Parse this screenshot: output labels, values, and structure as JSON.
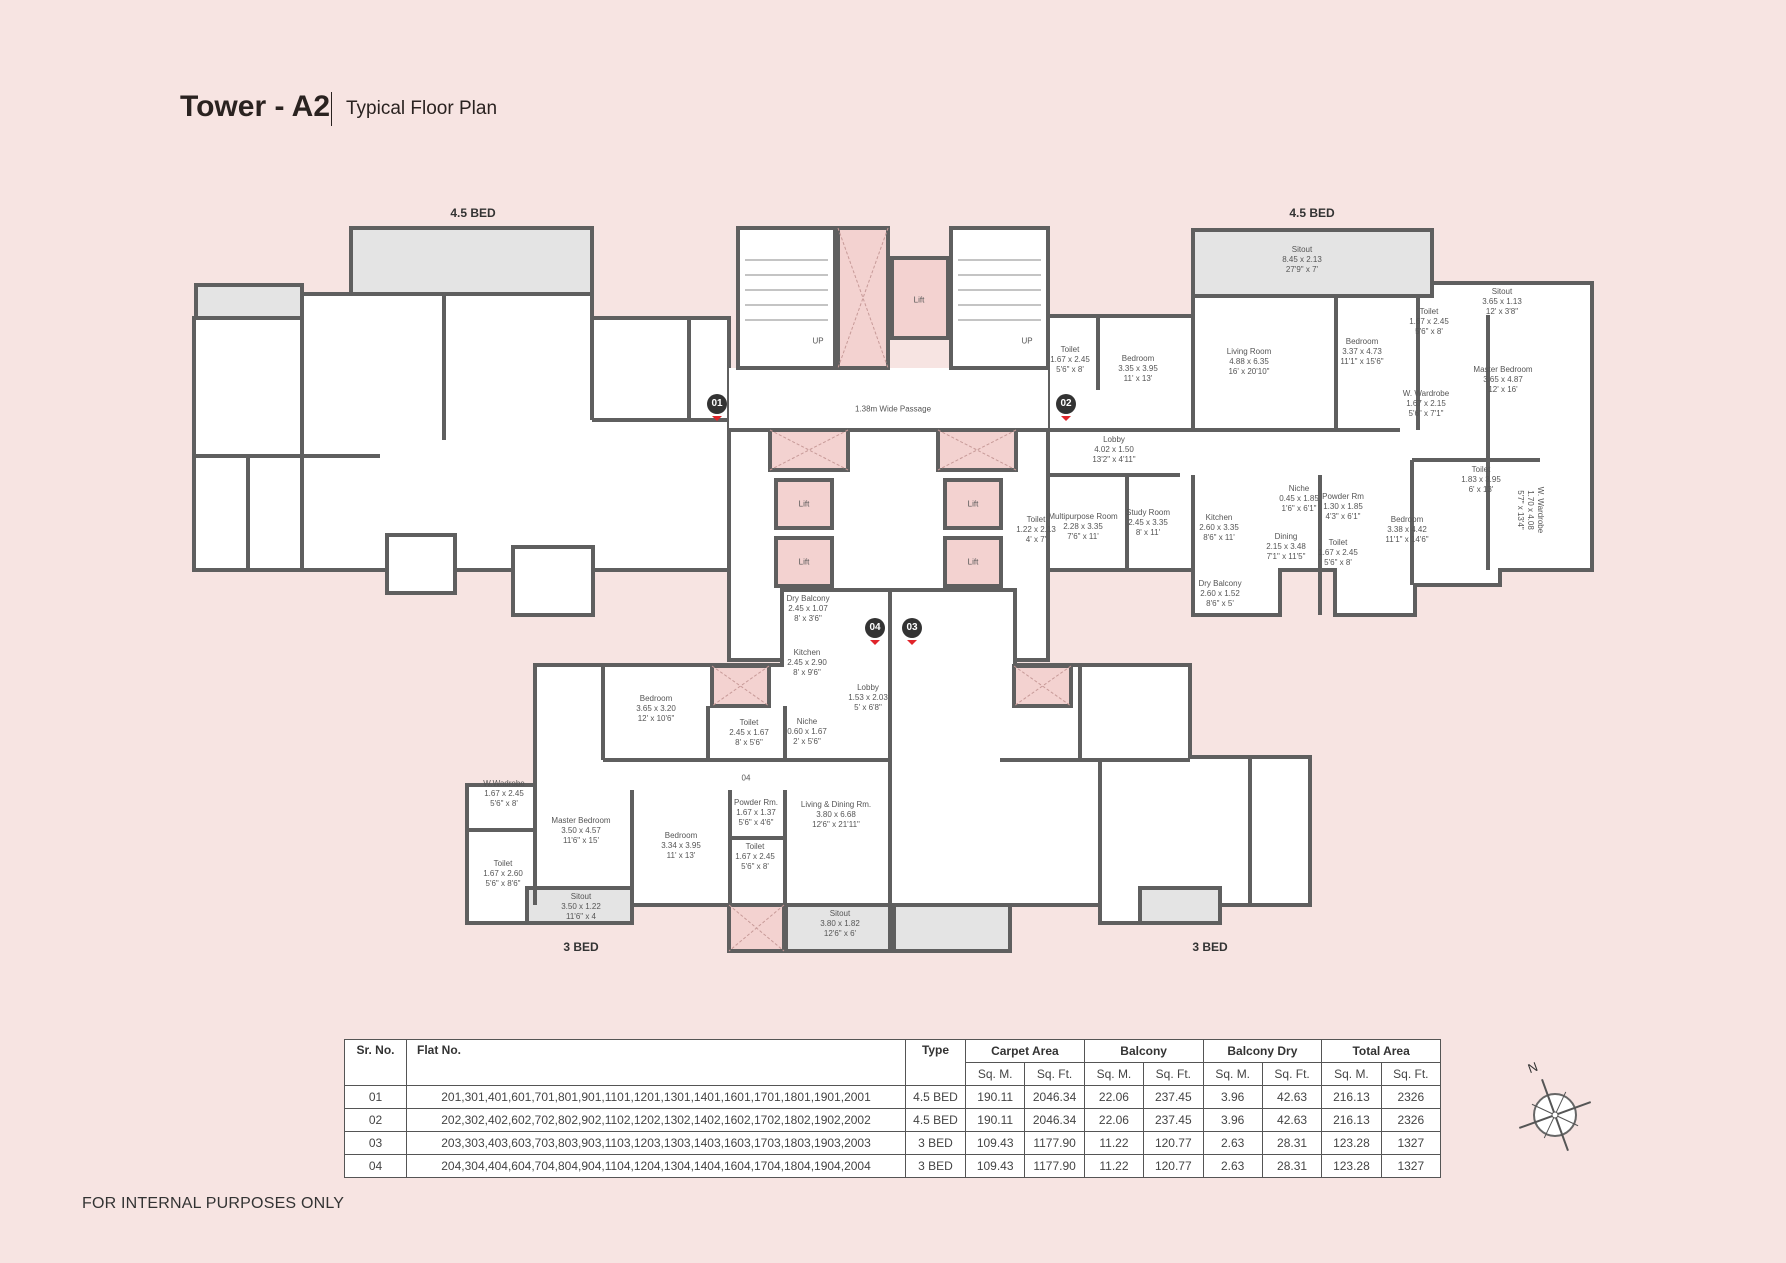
{
  "header": {
    "title": "Tower - A2",
    "subtitle": "Typical Floor Plan"
  },
  "unit_labels": [
    "4.5 BED",
    "4.5 BED",
    "3 BED",
    "3 BED"
  ],
  "markers": [
    "01",
    "02",
    "03",
    "04"
  ],
  "core": {
    "passage": "1.38m Wide Passage",
    "lift": "Lift",
    "up": "UP",
    "flat_04_label": "04"
  },
  "rooms": [
    {
      "name": "Sitout",
      "metric": "8.45 x 2.13",
      "imperial": "27'9\" x 7'"
    },
    {
      "name": "Sitout",
      "metric": "3.65 x 1.13",
      "imperial": "12' x 3'8\""
    },
    {
      "name": "Toilet",
      "metric": "1.67 x 2.45",
      "imperial": "5'6\" x 8'"
    },
    {
      "name": "Living Room",
      "metric": "4.88 x 6.35",
      "imperial": "16' x 20'10\""
    },
    {
      "name": "Bedroom",
      "metric": "3.37 x 4.73",
      "imperial": "11'1\" x 15'6\""
    },
    {
      "name": "Master Bedroom",
      "metric": "3.65 x 4.87",
      "imperial": "12' x 16'"
    },
    {
      "name": "W. Wardrobe",
      "metric": "1.67 x 2.15",
      "imperial": "5'6\" x 7'1\""
    },
    {
      "name": "Toilet",
      "metric": "1.67 x 2.45",
      "imperial": "5'6\" x 8'"
    },
    {
      "name": "Bedroom",
      "metric": "3.35 x 3.95",
      "imperial": "11' x 13'"
    },
    {
      "name": "Lobby",
      "metric": "4.02 x 1.50",
      "imperial": "13'2\" x 4'11\""
    },
    {
      "name": "Multipurpose Room",
      "metric": "2.28 x 3.35",
      "imperial": "7'6\" x 11'"
    },
    {
      "name": "Study Room",
      "metric": "2.45 x 3.35",
      "imperial": "8' x 11'"
    },
    {
      "name": "Kitchen",
      "metric": "2.60 x 3.35",
      "imperial": "8'6\" x 11'"
    },
    {
      "name": "Niche",
      "metric": "0.45 x 1.85",
      "imperial": "1'6\" x 6'1\""
    },
    {
      "name": "Powder Rm",
      "metric": "1.30 x 1.85",
      "imperial": "4'3\" x 6'1\""
    },
    {
      "name": "Dining",
      "metric": "2.15 x 3.48",
      "imperial": "7'1\" x 11'5\""
    },
    {
      "name": "Toilet",
      "metric": "1.67 x 2.45",
      "imperial": "5'6\" x 8'"
    },
    {
      "name": "Bedroom",
      "metric": "3.38 x 4.42",
      "imperial": "11'1\" x 14'6\""
    },
    {
      "name": "Toilet",
      "metric": "1.83 x 3.95",
      "imperial": "6' x 13'"
    },
    {
      "name": "W. Wardrobe",
      "metric": "1.70 x 4.08",
      "imperial": "5'7\" x 13'4\""
    },
    {
      "name": "Dry Balcony",
      "metric": "2.60 x 1.52",
      "imperial": "8'6\" x 5'"
    },
    {
      "name": "Toilet",
      "metric": "1.22 x 2.13",
      "imperial": "4' x 7'"
    },
    {
      "name": "Dry Balcony",
      "metric": "2.45 x 1.07",
      "imperial": "8' x 3'6\""
    },
    {
      "name": "Kitchen",
      "metric": "2.45 x 2.90",
      "imperial": "8' x 9'6\""
    },
    {
      "name": "Lobby",
      "metric": "1.53 x 2.03",
      "imperial": "5' x 6'8\""
    },
    {
      "name": "Bedroom",
      "metric": "3.65 x 3.20",
      "imperial": "12' x 10'6\""
    },
    {
      "name": "Toilet",
      "metric": "2.45 x 1.67",
      "imperial": "8' x 5'6\""
    },
    {
      "name": "Niche",
      "metric": "0.60 x 1.67",
      "imperial": "2' x 5'6\""
    },
    {
      "name": "W.Wadrobe",
      "metric": "1.67 x 2.45",
      "imperial": "5'6\" x 8'"
    },
    {
      "name": "Master Bedroom",
      "metric": "3.50 x 4.57",
      "imperial": "11'6\" x 15'"
    },
    {
      "name": "Bedroom",
      "metric": "3.34 x 3.95",
      "imperial": "11' x 13'"
    },
    {
      "name": "Powder Rm.",
      "metric": "1.67 x 1.37",
      "imperial": "5'6\" x 4'6\""
    },
    {
      "name": "Living & Dining Rm.",
      "metric": "3.80 x 6.68",
      "imperial": "12'6\" x 21'11\""
    },
    {
      "name": "Toilet",
      "metric": "1.67 x 2.45",
      "imperial": "5'6\" x 8'"
    },
    {
      "name": "Toilet",
      "metric": "1.67 x 2.60",
      "imperial": "5'6\" x 8'6\""
    },
    {
      "name": "Sitout",
      "metric": "3.50 x 1.22",
      "imperial": "11'6\" x 4"
    },
    {
      "name": "Sitout",
      "metric": "3.80 x 1.82",
      "imperial": "12'6\" x 6'"
    }
  ],
  "table": {
    "headers": {
      "sr": "Sr. No.",
      "flat": "Flat No.",
      "type": "Type",
      "carpet": "Carpet Area",
      "balcony": "Balcony",
      "balcony_dry": "Balcony Dry",
      "total": "Total Area",
      "sqm": "Sq. M.",
      "sqft": "Sq. Ft."
    },
    "rows": [
      {
        "sr": "01",
        "flats": "201,301,401,601,701,801,901,1101,1201,1301,1401,1601,1701,1801,1901,2001",
        "type": "4.5 BED",
        "carpet_sqm": "190.11",
        "carpet_sqft": "2046.34",
        "balcony_sqm": "22.06",
        "balcony_sqft": "237.45",
        "dry_sqm": "3.96",
        "dry_sqft": "42.63",
        "total_sqm": "216.13",
        "total_sqft": "2326"
      },
      {
        "sr": "02",
        "flats": "202,302,402,602,702,802,902,1102,1202,1302,1402,1602,1702,1802,1902,2002",
        "type": "4.5 BED",
        "carpet_sqm": "190.11",
        "carpet_sqft": "2046.34",
        "balcony_sqm": "22.06",
        "balcony_sqft": "237.45",
        "dry_sqm": "3.96",
        "dry_sqft": "42.63",
        "total_sqm": "216.13",
        "total_sqft": "2326"
      },
      {
        "sr": "03",
        "flats": "203,303,403,603,703,803,903,1103,1203,1303,1403,1603,1703,1803,1903,2003",
        "type": "3 BED",
        "carpet_sqm": "109.43",
        "carpet_sqft": "1177.90",
        "balcony_sqm": "11.22",
        "balcony_sqft": "120.77",
        "dry_sqm": "2.63",
        "dry_sqft": "28.31",
        "total_sqm": "123.28",
        "total_sqft": "1327"
      },
      {
        "sr": "04",
        "flats": "204,304,404,604,704,804,904,1104,1204,1304,1404,1604,1704,1804,1904,2004",
        "type": "3 BED",
        "carpet_sqm": "109.43",
        "carpet_sqft": "1177.90",
        "balcony_sqm": "11.22",
        "balcony_sqft": "120.77",
        "dry_sqm": "2.63",
        "dry_sqft": "28.31",
        "total_sqm": "123.28",
        "total_sqft": "1327"
      }
    ]
  },
  "compass": {
    "north_label": "N",
    "icon": "compass-rose-icon"
  },
  "footer": "FOR INTERNAL PURPOSES ONLY",
  "colors": {
    "background": "#f7e4e2",
    "wall": "#5f5f5f",
    "balcony": "#e4e4e4",
    "shaft": "#f3d2d0",
    "marker": "#333333",
    "marker_arrow": "#e0242a"
  }
}
